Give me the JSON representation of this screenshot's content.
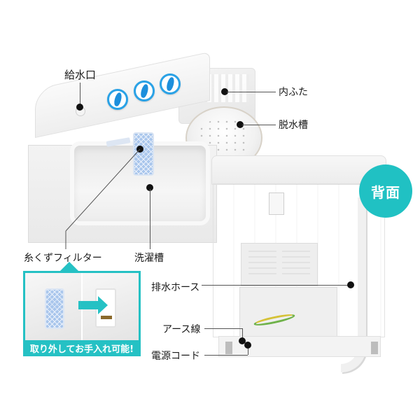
{
  "product": {
    "type": "twin-tub washing machine",
    "accent_color": "#25c1c4"
  },
  "callouts": {
    "water_inlet": "給水口",
    "inner_lid": "内ふた",
    "spin_tub": "脱水槽",
    "lint_filter": "糸くずフィルター",
    "wash_tub": "洗濯槽",
    "drain_hose": "排水ホース",
    "ground_wire": "アース線",
    "power_cord": "電源コード"
  },
  "back_badge": {
    "label": "背面",
    "color": "#20c1c3"
  },
  "filter_inset": {
    "caption": "取り外してお手入れ可能!",
    "border_color": "#25c1c4"
  },
  "control_panel": {
    "knobs": [
      {
        "name": "wash-timer-knob",
        "color": "#2aa2e6"
      },
      {
        "name": "rinse-timer-knob",
        "color": "#2aa2e6"
      },
      {
        "name": "spin-timer-knob",
        "color": "#2aa2e6"
      }
    ]
  }
}
